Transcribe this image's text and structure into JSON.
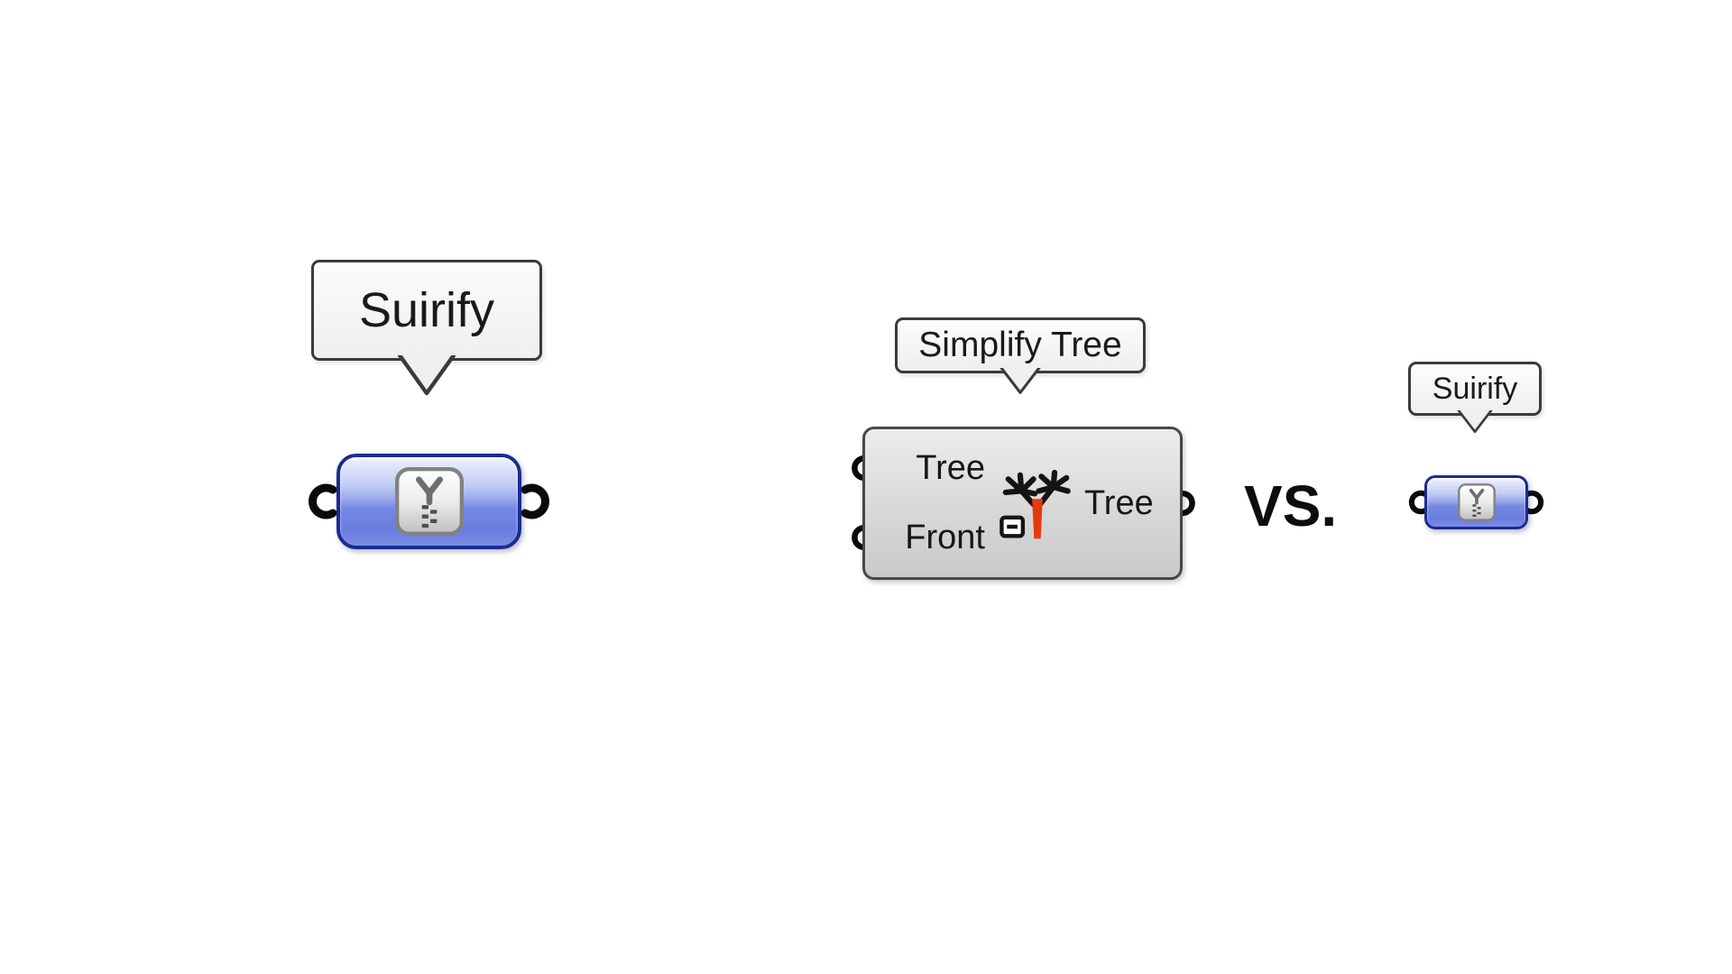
{
  "canvas": {
    "background_color": "#ffffff"
  },
  "left_component": {
    "tooltip": "Suirify",
    "icon": "zipper-icon"
  },
  "middle_component": {
    "tooltip": "Simplify Tree",
    "inputs": [
      "Tree",
      "Front"
    ],
    "output": "Tree",
    "icon": "simplify-tree-icon"
  },
  "comparison": {
    "vs_label": "VS."
  },
  "right_component": {
    "tooltip": "Suirify",
    "icon": "zipper-icon"
  },
  "colors": {
    "component_blue_border": "#1c2b91",
    "component_blue_fill_top": "#c2ccf4",
    "component_blue_fill_bottom": "#6a7de0",
    "component_gray_fill": "#d8d8d8",
    "component_gray_border": "#474747",
    "balloon_background": "#efefef",
    "balloon_border": "#3b3b3b",
    "wire_grip": "#0a0a0a",
    "tree_trunk_red": "#e8380d",
    "text": "#1a1a1a"
  }
}
